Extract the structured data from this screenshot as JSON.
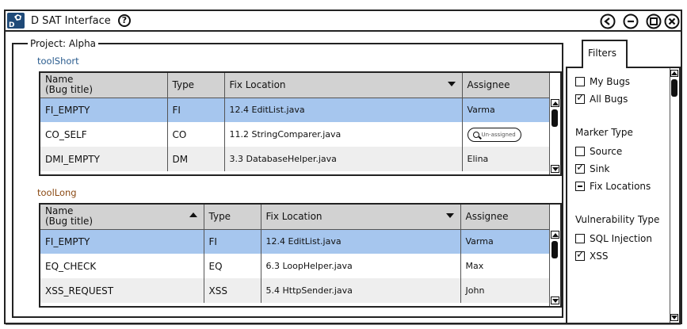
{
  "window": {
    "title": "D SAT Interface",
    "help_glyph": "?",
    "buttons": [
      "back-icon",
      "minimize-icon",
      "maximize-icon",
      "close-icon"
    ]
  },
  "project": {
    "label": "Project: Alpha"
  },
  "tool_short": {
    "label": "toolShort",
    "columns": [
      "Name\n(Bug title)",
      "Type",
      "Fix Location",
      "Assignee"
    ],
    "rows": [
      {
        "name": "FI_EMPTY",
        "type": "FI",
        "location": "12.4 EditList.java",
        "assignee": "Varma"
      },
      {
        "name": "CO_SELF",
        "type": "CO",
        "location": "11.2 StringComparer.java",
        "assignee": "Un-assigned"
      },
      {
        "name": "DMI_EMPTY",
        "type": "DM",
        "location": "3.3 DatabaseHelper.java",
        "assignee": "Elina"
      }
    ]
  },
  "tool_long": {
    "label": "toolLong",
    "columns": [
      "Name\n(Bug title)",
      "Type",
      "Fix Location",
      "Assignee"
    ],
    "rows": [
      {
        "name": "FI_EMPTY",
        "type": "FI",
        "location": "12.4 EditList.java",
        "assignee": "Varma"
      },
      {
        "name": "EQ_CHECK",
        "type": "EQ",
        "location": "6.3 LoopHelper.java",
        "assignee": "Max"
      },
      {
        "name": "XSS_REQUEST",
        "type": "XSS",
        "location": "5.4 HttpSender.java",
        "assignee": "John"
      }
    ]
  },
  "filters": {
    "tab_label": "Filters",
    "bugs": [
      {
        "label": "My Bugs",
        "state": "unchecked"
      },
      {
        "label": "All Bugs",
        "state": "checked"
      }
    ],
    "marker_type": {
      "heading": "Marker Type",
      "items": [
        {
          "label": "Source",
          "state": "unchecked"
        },
        {
          "label": "Sink",
          "state": "checked"
        },
        {
          "label": "Fix Locations",
          "state": "indeterminate"
        }
      ]
    },
    "vulnerability_type": {
      "heading": "Vulnerability Type",
      "items": [
        {
          "label": "SQL Injection",
          "state": "unchecked"
        },
        {
          "label": "XSS",
          "state": "checked"
        }
      ]
    }
  },
  "colors": {
    "selected_row": "#a6c6ee",
    "header_bg": "#d2d2d2",
    "short_label": "#2a5c8e",
    "long_label": "#8b4a14"
  }
}
